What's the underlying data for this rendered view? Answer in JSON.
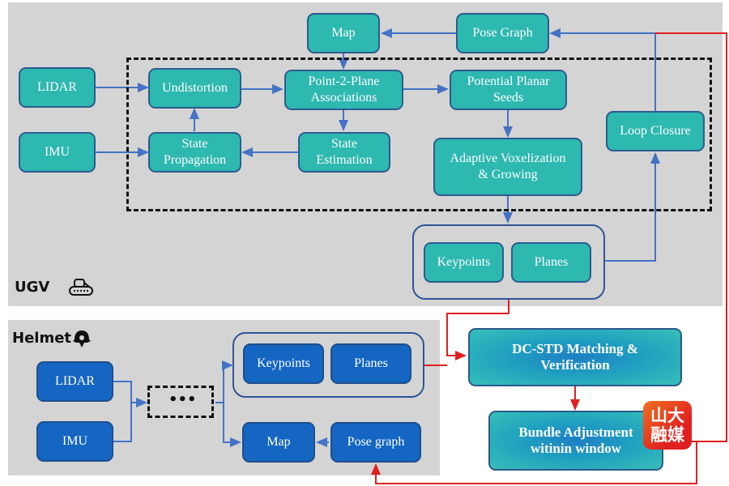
{
  "colors": {
    "ugv_box": "#2db8b0",
    "helmet_box": "#1466c2",
    "panel_bg": "#d4d4d4",
    "flow_line": "#4472c4",
    "cross_line": "#e02020"
  },
  "ugv": {
    "label": "UGV",
    "icon": "rover-icon",
    "nodes": {
      "lidar": "LIDAR",
      "imu": "IMU",
      "map": "Map",
      "pose_graph": "Pose Graph",
      "undistortion": "Undistortion",
      "point2plane": "Point-2-Plane\nAssociations",
      "potential_seeds": "Potential Planar\nSeeds",
      "state_propagation": "State\nPropagation",
      "state_estimation": "State\nEstimation",
      "adaptive_voxel": "Adaptive Voxelization\n& Growing",
      "loop_closure": "Loop Closure",
      "keypoints": "Keypoints",
      "planes": "Planes"
    }
  },
  "helmet": {
    "label": "Helmet",
    "icon": "helmet-icon",
    "nodes": {
      "lidar": "LIDAR",
      "imu": "IMU",
      "ellipsis": "•••",
      "keypoints": "Keypoints",
      "planes": "Planes",
      "map": "Map",
      "pose_graph": "Pose graph"
    }
  },
  "shared": {
    "dcstd": "DC-STD Matching &\nVerification",
    "bundle": "Bundle Adjustment\nwitinin window"
  },
  "watermark": {
    "text": "山大\n融媒"
  }
}
